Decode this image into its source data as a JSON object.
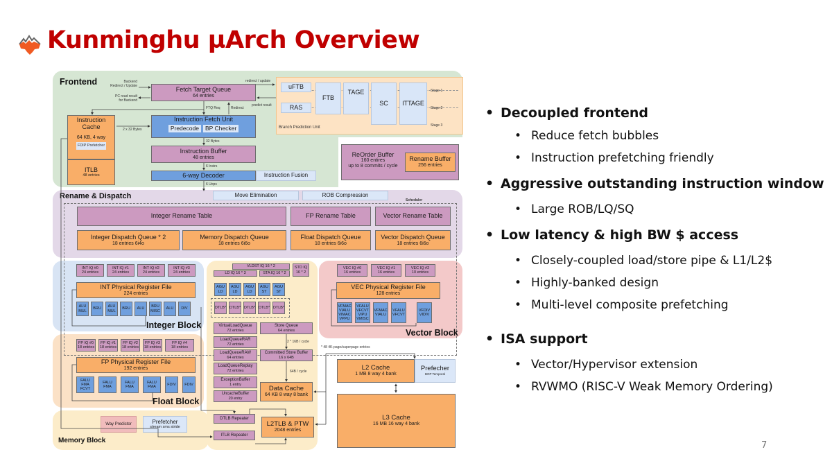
{
  "slide": {
    "title": "Kunminghu µArch Overview",
    "logo_icon": "mountain-maple-logo-icon",
    "page_number": "7"
  },
  "colors": {
    "title": "#c00000",
    "frontend_region": "#d6e6d3",
    "rename_region": "#e3d8e8",
    "integer_region": "#d8e4f4",
    "vector_region": "#f3c9c9",
    "float_region": "#fbe1c6",
    "memory_region": "#fcecc9",
    "queue_pink": "#cc9ac0",
    "unit_orange": "#f9ae68",
    "exec_blue": "#6f9fde",
    "aux_lightblue": "#dbe7f8"
  },
  "diagram": {
    "frontend": {
      "label": "Frontend",
      "ftq": {
        "name": "Fetch Target Queue",
        "detail": "64 entries"
      },
      "backend_in": "Backend\nRedirect / Update",
      "backend_out": "PC read result\nfor Backend",
      "redirect_update": "redirect / update",
      "predict_result": "predict result",
      "ftq_req": "FTQ Req",
      "redirect": "Redirect",
      "icache": {
        "name": "Instruction\nCache",
        "detail": "64 KB, 4 way",
        "prefetcher": "FDIP Prefetcher"
      },
      "itlb": {
        "name": "ITLB",
        "detail": "48 entries"
      },
      "icache_bw": "2 x 32 Bytes",
      "ifu": {
        "name": "Instruction Fetch Unit",
        "predecode": "Predecode",
        "bp_checker": "BP Checker"
      },
      "ifu_out": "32 Bytes",
      "ibuffer": {
        "name": "Instruction Buffer",
        "detail": "48 entries"
      },
      "ibuf_out": "6 Instrs",
      "decoder": {
        "name": "6-way Decoder",
        "fusion": "Instruction Fusion"
      },
      "decoder_out": "6 Uops",
      "bpu": {
        "label": "Branch Prediction Unit",
        "ubtb": "uFTB",
        "ras": "RAS",
        "ftb": "FTB",
        "tage": "TAGE",
        "sc": "SC",
        "ittage": "ITTAGE",
        "stages": [
          "Stage 1",
          "Stage 2",
          "Stage 3"
        ]
      },
      "rob": {
        "name": "ReOrder Buffer",
        "detail1": "160 entires",
        "detail2": "up to 8 commits / cycle"
      },
      "rename_buffer": {
        "name": "Rename Buffer",
        "detail": "256 entries"
      }
    },
    "rename": {
      "label": "Rename & Dispatch",
      "move_elim": "Move Elimination",
      "rob_comp": "ROB Compression",
      "scheduler": "Scheduler",
      "int_rat": "Integer Rename Table",
      "fp_rat": "FP Rename Table",
      "vec_rat": "Vector Rename Table",
      "dispatch": [
        {
          "name": "Integer Dispatch Queue * 2",
          "detail": "18 entries  6i4o"
        },
        {
          "name": "Memory Dispatch Queue",
          "detail": "18 entries  6i6o"
        },
        {
          "name": "Float Dispatch Queue",
          "detail": "18 entries  6i6o"
        },
        {
          "name": "Vector Dispatch Queue",
          "detail": "18 entries  6i6o"
        }
      ]
    },
    "integer": {
      "label": "Integer Block",
      "iqs": [
        {
          "name": "INT IQ #0",
          "detail": "24 entries"
        },
        {
          "name": "INT IQ #1",
          "detail": "24 entries"
        },
        {
          "name": "INT IQ #2",
          "detail": "24 entries"
        },
        {
          "name": "INT IQ #3",
          "detail": "24 entries"
        }
      ],
      "prf": {
        "name": "INT Physical Register File",
        "detail": "224 entries"
      },
      "units": [
        "ALU\nMUL",
        "BRU",
        "ALU\nMUL",
        "BRU",
        "ALU",
        "BRU\nMISC",
        "ALU",
        "DIV"
      ]
    },
    "vector": {
      "label": "Vector Block",
      "iqs": [
        {
          "name": "VEC IQ #0",
          "detail": "16 entries"
        },
        {
          "name": "VEC IQ #1",
          "detail": "16 entries"
        },
        {
          "name": "VEC IQ #2",
          "detail": "10 entries"
        }
      ],
      "prf": {
        "name": "VEC Physical Register File",
        "detail": "128 entries"
      },
      "units": [
        "VFMAC\nVIALU\nVIMAC\nVPPU",
        "VFALU\nVFCVT\nVIPU\nVMISC",
        "VFMAC\nVIALU",
        "VFALU\nVFCVT",
        "VFDIV\nVIDIV"
      ]
    },
    "float": {
      "label": "Float Block",
      "iqs": [
        {
          "name": "FP IQ #0",
          "detail": "18 entries"
        },
        {
          "name": "FP IQ #1",
          "detail": "18 entries"
        },
        {
          "name": "FP IQ #2",
          "detail": "18 entries"
        },
        {
          "name": "FP IQ #3",
          "detail": "18 entries"
        },
        {
          "name": "FP IQ #4",
          "detail": "18 entries"
        }
      ],
      "prf": {
        "name": "FP Physical Register File",
        "detail": "192 entries"
      },
      "units": [
        "FALU\nFMA\nFCVT",
        "FALU\nFMA",
        "FALU\nFMA",
        "FALU\nFMA",
        "FDIV",
        "FDIV"
      ]
    },
    "memory": {
      "label": "Memory Block",
      "vldst_iq": "VLDST IQ 16 * 2",
      "ld_iq": "LD IQ 16 * 3",
      "sta_iq": "STA IQ 16 * 2",
      "std_iq": "STD IQ\n16 * 2",
      "agus": [
        "AGU\nLD",
        "AGU\nLD",
        "AGU\nLD",
        "AGU\nST",
        "AGU\nST"
      ],
      "dtlb": "DTLB*",
      "vlq": {
        "name": "VirtualLoadQueue",
        "detail": "72 entries"
      },
      "sq": {
        "name": "Store Queue",
        "detail": "64 entries"
      },
      "lq_rar": {
        "name": "LoadQueueRAR",
        "detail": "72 entries"
      },
      "lq_raw": {
        "name": "LoadQueueRAW",
        "detail": "64 entries"
      },
      "lq_replay": {
        "name": "LoadQueueReplay",
        "detail": "72 entries"
      },
      "exc_buf": {
        "name": "ExceptionBuffer",
        "detail": "1 entry"
      },
      "uncache_buf": {
        "name": "UncacheBuffer",
        "detail": "20 entry"
      },
      "sq_bw": "2 * 16B / cycle",
      "sbuffer": {
        "name": "Committed Store Buffer",
        "detail": "16 x 64B"
      },
      "sbuf_bw": "64B / cycle",
      "dcache": {
        "name": "Data Cache",
        "detail": "64 KB 8 way 8 bank"
      },
      "dtlb_rep": "DTLB Repeater",
      "itlb_rep": "ITLB Repeater",
      "l2tlb": {
        "name": "L2TLB & PTW",
        "detail": "2048 entries"
      },
      "way_pred": "Way Predictor",
      "prefetcher": {
        "name": "Prefetcher",
        "detail": "stream sms stride"
      },
      "dtlb_note": "* 48 4K-page/superpage entries"
    },
    "l2": {
      "name": "L2 Cache",
      "detail": "1 MB 8 way 4 bank",
      "pf_name": "Prefecher",
      "pf_detail": "BOP Temporal"
    },
    "l3": {
      "name": "L3 Cache",
      "detail": "16 MB 16 way 4 bank"
    }
  },
  "bullets": [
    {
      "level": 1,
      "text": "Decoupled frontend"
    },
    {
      "level": 2,
      "text": "Reduce fetch bubbles"
    },
    {
      "level": 2,
      "text": "Instruction prefetching friendly"
    },
    {
      "level": 1,
      "text": "Aggressive outstanding instruction window"
    },
    {
      "level": 2,
      "text": "Large ROB/LQ/SQ"
    },
    {
      "level": 1,
      "text": "Low latency & high BW $ access"
    },
    {
      "level": 2,
      "text": "Closely-coupled load/store pipe & L1/L2$"
    },
    {
      "level": 2,
      "text": "Highly-banked design"
    },
    {
      "level": 2,
      "text": "Multi-level composite prefetching"
    },
    {
      "level": 1,
      "text": "ISA support"
    },
    {
      "level": 2,
      "text": "Vector/Hypervisor extension"
    },
    {
      "level": 2,
      "text": "RVWMO (RISC-V Weak Memory Ordering)"
    }
  ]
}
